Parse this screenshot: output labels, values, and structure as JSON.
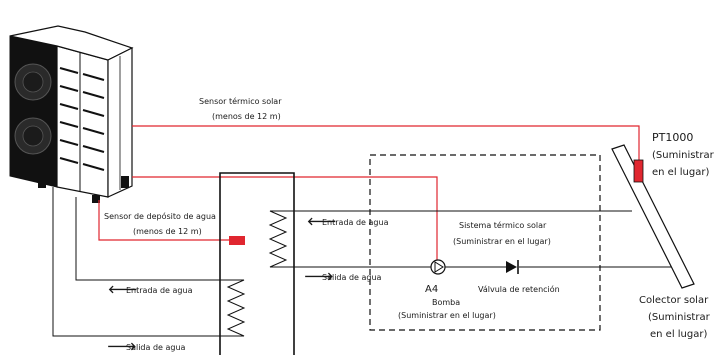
{
  "labels": {
    "solar_sensor": "Sensor térmico solar",
    "solar_sensor_dist": "(menos de 12 m)",
    "tank_sensor": "Sensor de depósito de agua",
    "tank_sensor_dist": "(menos de 12 m)",
    "pt1000": "PT1000",
    "pt1000_supply_1": "(Suministrar",
    "pt1000_supply_2": "en el lugar)",
    "solar_system_1": "Sistema térmico solar",
    "solar_system_2": "(Suministrar en el lugar)",
    "inlet_right": "Entrada de agua",
    "outlet_right": "Salida de agua",
    "inlet_left": "Entrada de agua",
    "outlet_left": "Salida de agua",
    "pump_code": "A4",
    "pump_name": "Bomba",
    "pump_supply": "(Suministrar en el lugar)",
    "check_valve": "Válvula de retención",
    "collector_1": "Colector solar",
    "collector_2": "(Suministrar",
    "collector_3": "en el lugar)"
  },
  "colors": {
    "signal_wire": "#e0262f",
    "sensor": "#e0262f",
    "pipe": "#1a1a1a"
  }
}
